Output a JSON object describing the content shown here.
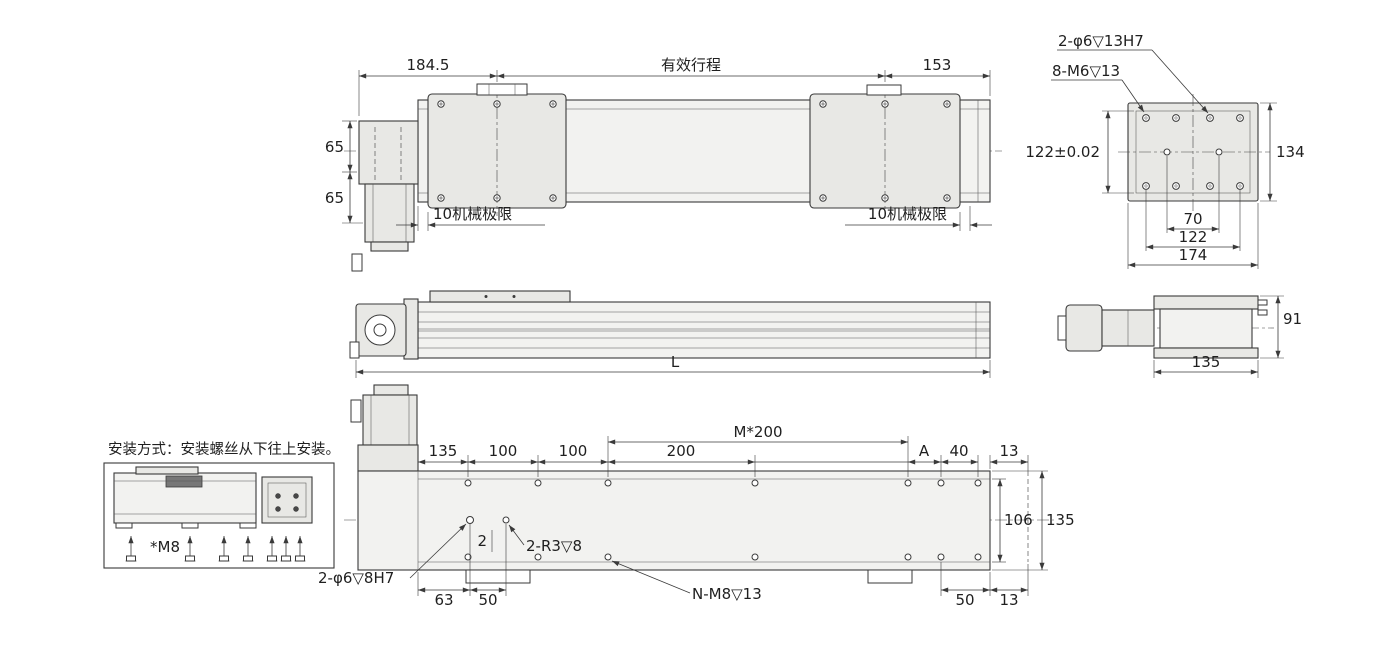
{
  "colors": {
    "line": "#3a3a3a",
    "fill_light": "#f2f2f0",
    "fill_mid": "#e8e8e5",
    "background": "#ffffff"
  },
  "top_view": {
    "dim_left_to_center": "184.5",
    "effective_stroke": "有效行程",
    "dim_center_to_end": "153",
    "dim_65_upper": "65",
    "dim_65_lower": "65",
    "mech_limit_left": "10机械极限",
    "mech_limit_right": "10机械极限"
  },
  "carriage_view": {
    "dowel_holes_label": "2-φ6▽13H7",
    "thread_holes_label": "8-M6▽13",
    "dim_width_tol": "122±0.02",
    "dim_height": "134",
    "dim_70": "70",
    "dim_122": "122",
    "dim_174": "174"
  },
  "side_view": {
    "dim_length": "L"
  },
  "end_view": {
    "dim_91": "91",
    "dim_135": "135"
  },
  "bottom_view": {
    "dim_135": "135",
    "dim_100_a": "100",
    "dim_100_b": "100",
    "dim_200": "200",
    "dim_pitch": "M*200",
    "dim_A": "A",
    "dim_40": "40",
    "dim_13_top": "13",
    "dim_106": "106",
    "dim_135_right": "135",
    "dim_2": "2",
    "slot_label": "2-R3▽8",
    "dowel_label": "2-φ6▽8H7",
    "thread_label": "N-M8▽13",
    "dim_63": "63",
    "dim_50_left": "50",
    "dim_50_right": "50",
    "dim_13_bottom": "13"
  },
  "install_view": {
    "note": "安装方式：安装螺丝从下往上安装。",
    "screw_label": "*M8"
  }
}
